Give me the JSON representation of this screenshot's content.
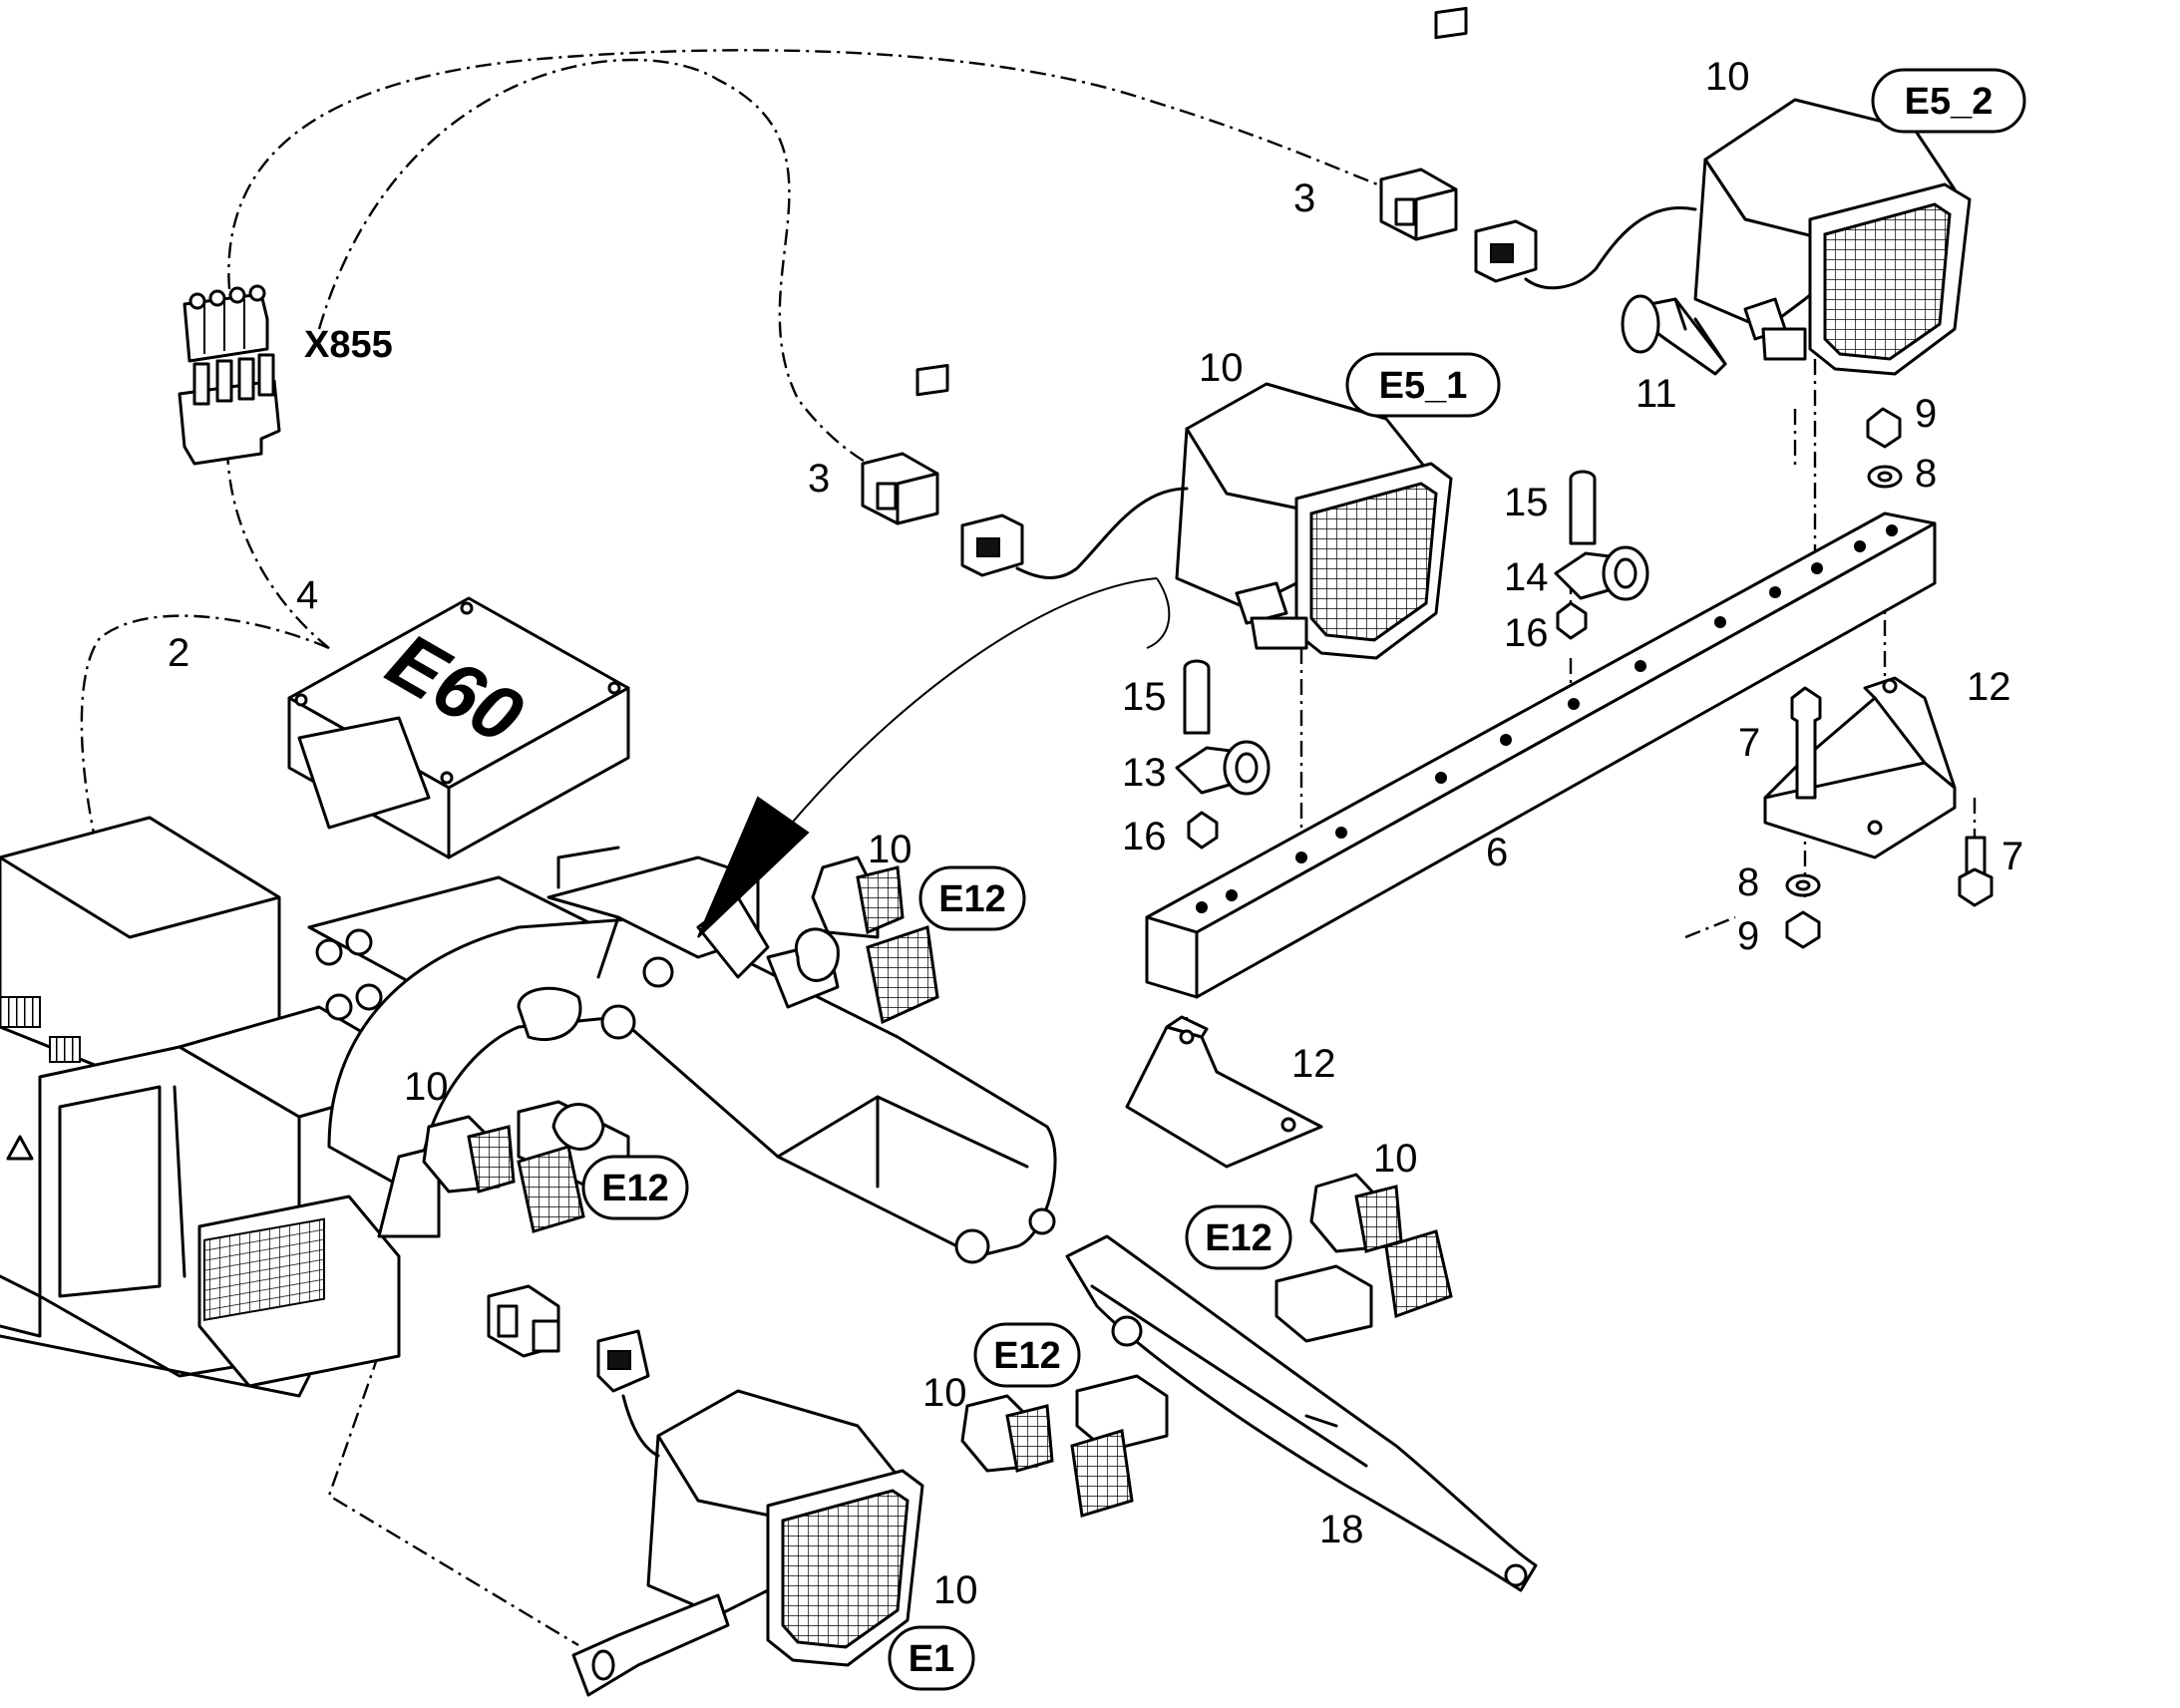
{
  "callouts": {
    "c_10_top": "10",
    "c_3_top": "3",
    "c_11": "11",
    "c_9_top": "9",
    "c_8_top": "8",
    "c_10_mid": "10",
    "c_3_mid": "3",
    "c_15_a": "15",
    "c_14": "14",
    "c_16_a": "16",
    "c_4": "4",
    "c_2": "2",
    "c_15_b": "15",
    "c_13": "13",
    "c_16_b": "16",
    "c_12_right": "12",
    "c_7_left": "7",
    "c_7_right": "7",
    "c_6": "6",
    "c_8_bottom": "8",
    "c_9_bottom": "9",
    "c_10_boom": "10",
    "c_12_lower": "12",
    "c_10_left": "10",
    "c_10_stick": "10",
    "c_10_small": "10",
    "c_18": "18",
    "c_10_e1": "10"
  },
  "labels": {
    "x855": "X855",
    "e60": "E60",
    "e5_2": "E5_2",
    "e5_1": "E5_1",
    "e12_boom": "E12",
    "e12_left": "E12",
    "e12_stick": "E12",
    "e12_small": "E12",
    "e1": "E1"
  }
}
